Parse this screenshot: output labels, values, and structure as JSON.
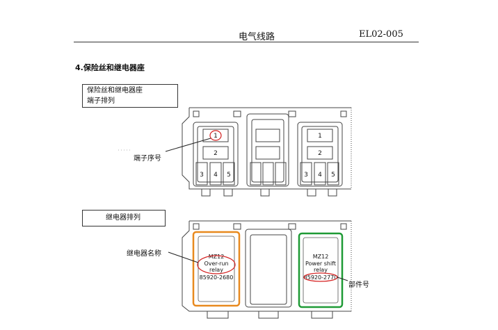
{
  "header": {
    "title": "电气线路",
    "code": "EL02-005"
  },
  "section_title": "4.保险丝和继电器座",
  "box_terminal": {
    "line1": "保险丝和继电器座",
    "line2": "端子排列"
  },
  "label_terminal_no": "端子序号",
  "box_relay": "继电器排列",
  "label_relay_name": "继电器名称",
  "label_part_no": "部件号",
  "terminals": {
    "left": {
      "t1": "1",
      "t2": "2",
      "t3": "3",
      "t4": "4",
      "t5": "5"
    },
    "right": {
      "t1": "1",
      "t2": "2",
      "t3": "3",
      "t4": "4",
      "t5": "5"
    }
  },
  "relay_left": {
    "model": "MZ12",
    "name1": "Over-run",
    "name2": "relay",
    "part": "85920-2680",
    "color": "#e8891e"
  },
  "relay_right": {
    "model": "MZ12",
    "name1": "Power shift",
    "name2": "relay",
    "part": "85920-2770",
    "color": "#1e9a35"
  },
  "annotation_color": "#d42020"
}
